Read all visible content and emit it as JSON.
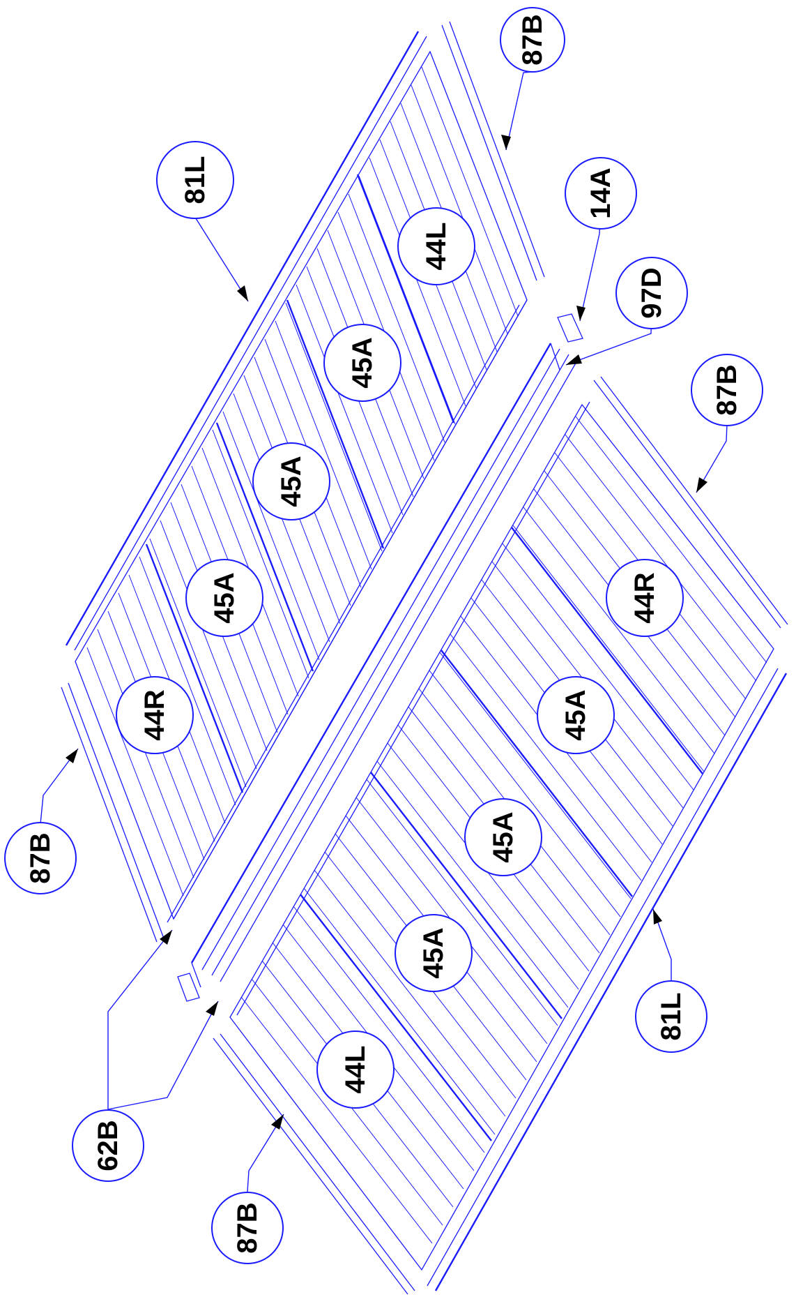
{
  "diagram": {
    "accent_color": "#1a1aff",
    "text_color": "#000000",
    "labels": {
      "rail_top_left": "81L",
      "rail_bottom_right": "81L",
      "trim_top_right": "87B",
      "trim_mid_right": "87B",
      "trim_left": "87B",
      "trim_bottom": "87B",
      "cap_piece": "14A",
      "ridge": "97D",
      "end_caps": "62B",
      "upper_panel_1": "44L",
      "upper_panel_2": "45A",
      "upper_panel_3": "45A",
      "upper_panel_4": "45A",
      "upper_panel_5": "44R",
      "lower_panel_1": "44R",
      "lower_panel_2": "45A",
      "lower_panel_3": "45A",
      "lower_panel_4": "45A",
      "lower_panel_5": "44L"
    }
  }
}
